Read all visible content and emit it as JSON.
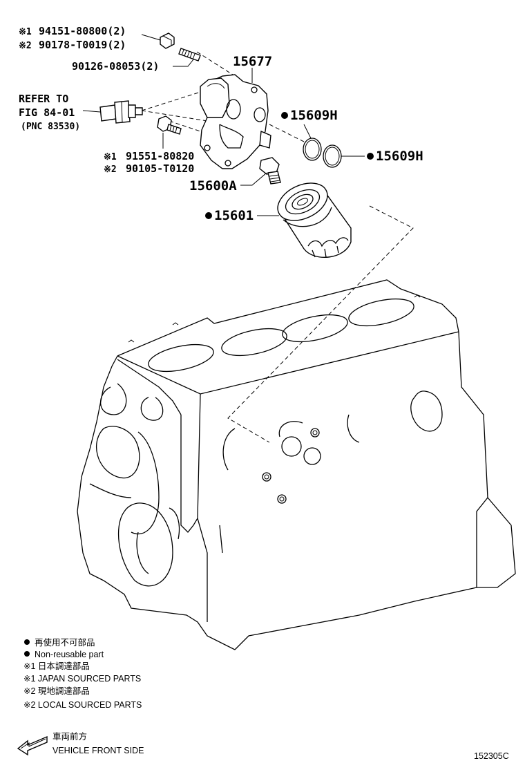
{
  "callouts": {
    "bolt_top_sym1": "※1",
    "bolt_top_pn1": "94151-80800(2)",
    "bolt_top_sym2": "※2",
    "bolt_top_pn2": "90178-T0019(2)",
    "stud": "90126-08053(2)",
    "bracket": "15677",
    "refer_line1": "REFER TO",
    "refer_line2": "FIG 84-01",
    "refer_line3": "(PNC 83530)",
    "oring_upper": "15609H",
    "oring_right": "15609H",
    "bolt_low_sym1": "※1",
    "bolt_low_pn1": "91551-80820",
    "bolt_low_sym2": "※2",
    "bolt_low_pn2": "90105-T0120",
    "union": "15600A",
    "filter": "15601"
  },
  "legend": {
    "line1": "再使用不可部品",
    "line2": "Non-reusable part",
    "line3": "※1 日本調達部品",
    "line4": "※1 JAPAN SOURCED PARTS",
    "line5": "※2 現地調達部品",
    "line6": "※2 LOCAL SOURCED PARTS"
  },
  "direction": {
    "jp": "車両前方",
    "en": "VEHICLE FRONT SIDE"
  },
  "figure_code": "152305C"
}
